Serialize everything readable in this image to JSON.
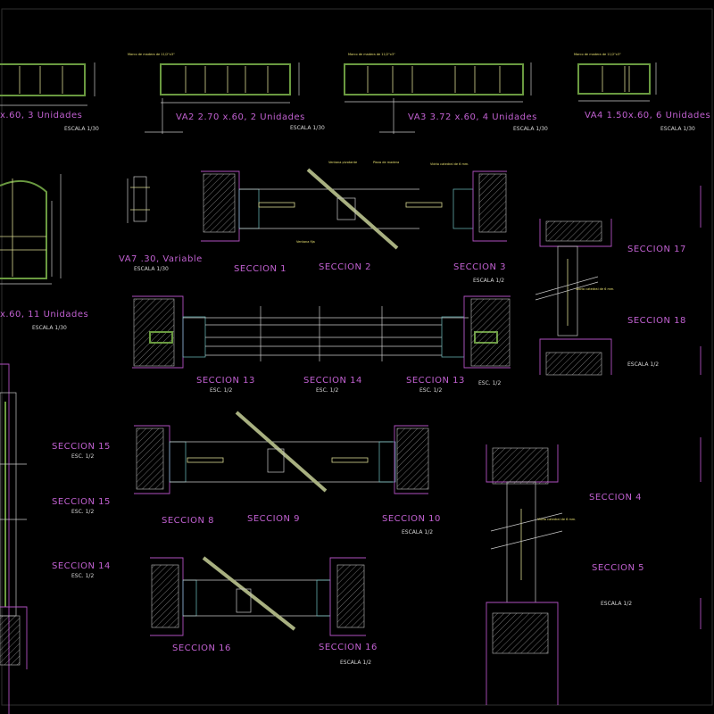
{
  "colors": {
    "background": "#000000",
    "title": "#c060d0",
    "frame": "#6a9a40",
    "wall": "#b050c0",
    "glass": "#d8d890",
    "notes": "#e8e070"
  },
  "elevations": [
    {
      "title": "x.60, 3 Unidades",
      "scale": "ESCALA 1/30"
    },
    {
      "title": "VA2 2.70 x.60, 2 Unidades",
      "scale": "ESCALA 1/30"
    },
    {
      "title": "VA3 3.72 x.60, 4 Unidades",
      "scale": "ESCALA 1/30"
    },
    {
      "title": "VA4 1.50x.60, 6 Unidades",
      "scale": "ESCALA 1/30"
    },
    {
      "title": "VA7 .30, Variable",
      "scale": "ESCALA 1/30"
    },
    {
      "title": "x.60, 11 Unidades",
      "scale": "ESCALA 1/30"
    }
  ],
  "sections": {
    "s1": "SECCION 1",
    "s2": "SECCION 2",
    "s3": "SECCION 3",
    "s123_scale": "ESCALA 1/2",
    "s17": "SECCION 17",
    "s18": "SECCION 18",
    "s1718_scale": "ESCALA 1/2",
    "s13a": "SECCION 13",
    "s13a_scale": "ESC. 1/2",
    "s14": "SECCION 14",
    "s14_scale": "ESC. 1/2",
    "s13b": "SECCION 13",
    "s13b_scale": "ESC. 1/2",
    "s13_extra_scale": "ESC. 1/2",
    "s15a": "SECCION 15",
    "s15a_scale": "ESC. 1/2",
    "s15b": "SECCION 15",
    "s15b_scale": "ESC. 1/2",
    "s14b": "SECCION 14",
    "s14b_scale": "ESC. 1/2",
    "s8": "SECCION 8",
    "s9": "SECCION 9",
    "s10": "SECCION 10",
    "s8910_scale": "ESCALA 1/2",
    "s4": "SECCION 4",
    "s5": "SECCION 5",
    "s45_scale": "ESCALA 1/2",
    "s16a": "SECCION 16",
    "s16b": "SECCION 16",
    "s16_scale": "ESCALA 1/2"
  },
  "notes": {
    "marco": "Marco de madera de 11/2\"x3\"",
    "vidrio": "Vidrio catedral de 6 mm.",
    "ventana_pivotante": "Ventana pivotante",
    "ventana_fija": "Ventana fija",
    "pieza": "Pieza de madera"
  }
}
